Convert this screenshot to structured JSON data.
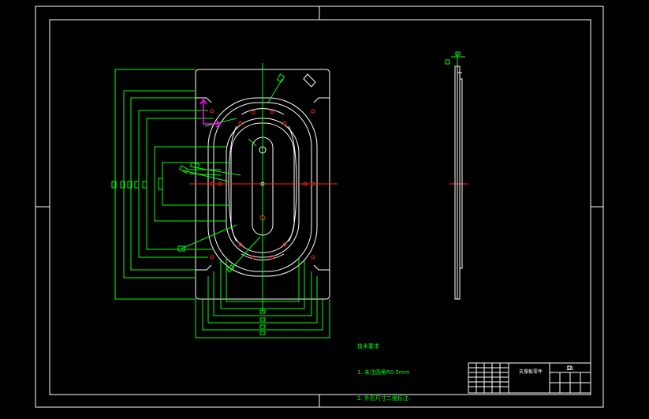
{
  "technical_requirements": {
    "heading": "技术要求",
    "items": [
      "1. 未注圆角R0.5mm",
      "2. 外形尺寸二维标注."
    ]
  },
  "title_block": {
    "drawing_name": "支撑板零件",
    "scale": "1:1"
  },
  "colors": {
    "background": "#000000",
    "outline": "#ffffff",
    "dimension": "#00ff00",
    "centerline": "#ff2020",
    "datum": "#ff00ff"
  }
}
